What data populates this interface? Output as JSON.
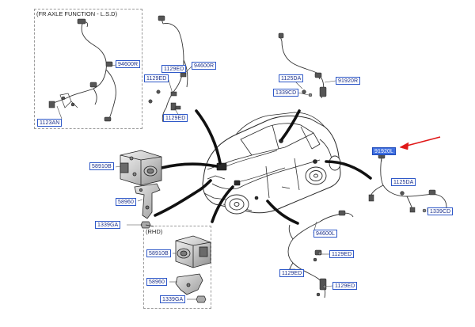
{
  "boxes": {
    "fr_axle_title": "(FR AXLE FUNCTION - L.S.D)",
    "rhd_title": "(RHD)"
  },
  "labels": {
    "l_94600R_a": "94600R",
    "l_1123AN": "1123AN",
    "l_1129ED_a": "1129ED",
    "l_94600R_b": "94600R",
    "l_1129ED_b": "1129ED",
    "l_1129ED_c": "1129ED",
    "l_1125DA_a": "1125DA",
    "l_91920R": "91920R",
    "l_1339CD_a": "1339CD",
    "l_91920L": "91920L",
    "l_1125DA_b": "1125DA",
    "l_1339CD_b": "1339CD",
    "l_58910B_a": "58910B",
    "l_58960_a": "58960",
    "l_1339GA_a": "1339GA",
    "l_94600L": "94600L",
    "l_1129ED_d": "1129ED",
    "l_1129ED_e": "1129ED",
    "l_1129ED_f": "1129ED",
    "l_58910B_b": "58910B",
    "l_58960_b": "58960",
    "l_1339GA_b": "1339GA"
  },
  "colors": {
    "label_border": "#2e58c8",
    "label_text": "#1a2f8a",
    "highlight_fill": "#3f6fe0",
    "callout_arrow": "#e01818"
  }
}
